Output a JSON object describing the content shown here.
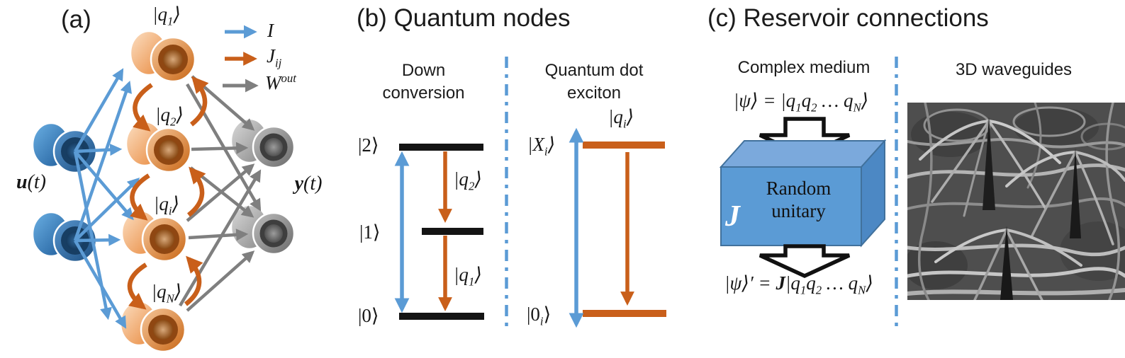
{
  "panel_a": {
    "label": "(a)",
    "input_label": [
      {
        "b": "u"
      },
      {
        "t": "(t)"
      }
    ],
    "output_label": [
      {
        "b": "y"
      },
      {
        "t": "(t)"
      }
    ],
    "node_labels": {
      "q1": [
        {
          "t": "|q"
        },
        {
          "sub": "1"
        },
        {
          "t": "⟩"
        }
      ],
      "q2": [
        {
          "t": "|q"
        },
        {
          "sub": "2"
        },
        {
          "t": "⟩"
        }
      ],
      "qi": [
        {
          "t": "|q"
        },
        {
          "sub": "i"
        },
        {
          "t": "⟩"
        }
      ],
      "qN": [
        {
          "t": "|q"
        },
        {
          "sub": "N"
        },
        {
          "t": "⟩"
        }
      ]
    },
    "legend": {
      "input": [
        {
          "t": "I"
        }
      ],
      "coupling": [
        {
          "t": "J"
        },
        {
          "sub": "ij"
        }
      ],
      "readout": [
        {
          "t": "W"
        },
        {
          "sup": "out"
        }
      ]
    }
  },
  "panel_b": {
    "title": "(b) Quantum nodes",
    "down_conversion": {
      "title": "Down conversion",
      "level_2": "|2⟩",
      "level_1": "|1⟩",
      "level_0": "|0⟩",
      "transition_q2": [
        {
          "t": "|q"
        },
        {
          "sub": "2"
        },
        {
          "t": "⟩"
        }
      ],
      "transition_q1": [
        {
          "t": "|q"
        },
        {
          "sub": "1"
        },
        {
          "t": "⟩"
        }
      ]
    },
    "exciton": {
      "title": "Quantum dot exciton",
      "qubit_label": [
        {
          "t": "|q"
        },
        {
          "sub": "i"
        },
        {
          "t": "⟩"
        }
      ],
      "excited_level": [
        {
          "t": "|X"
        },
        {
          "sub": "i"
        },
        {
          "t": "⟩"
        }
      ],
      "ground_level": [
        {
          "t": "|0"
        },
        {
          "sub": "i"
        },
        {
          "t": "⟩"
        }
      ]
    }
  },
  "panel_c": {
    "title": "(c) Reservoir connections",
    "complex_medium": {
      "title": "Complex medium",
      "input_state": [
        {
          "t": "|ψ⟩ = |q"
        },
        {
          "sub": "1"
        },
        {
          "t": "q"
        },
        {
          "sub": "2"
        },
        {
          "t": " … q"
        },
        {
          "sub": "N"
        },
        {
          "t": "⟩"
        }
      ],
      "box_symbol": "J",
      "box_label": "Random unitary",
      "output_state": [
        {
          "t": "|ψ⟩′ = "
        },
        {
          "b": "J"
        },
        {
          "t": "|q"
        },
        {
          "sub": "1"
        },
        {
          "t": "q"
        },
        {
          "sub": "2"
        },
        {
          "t": " … q"
        },
        {
          "sub": "N"
        },
        {
          "t": "⟩"
        }
      ]
    },
    "waveguides": {
      "title": "3D waveguides"
    }
  },
  "colors": {
    "input_blue": "#5B9BD5",
    "coupling_orange": "#C95F1A",
    "readout_gray": "#7F7F7F",
    "level_black": "#141414",
    "box_front_blue": "#5B9BD5",
    "box_border_blue": "#41719C"
  }
}
